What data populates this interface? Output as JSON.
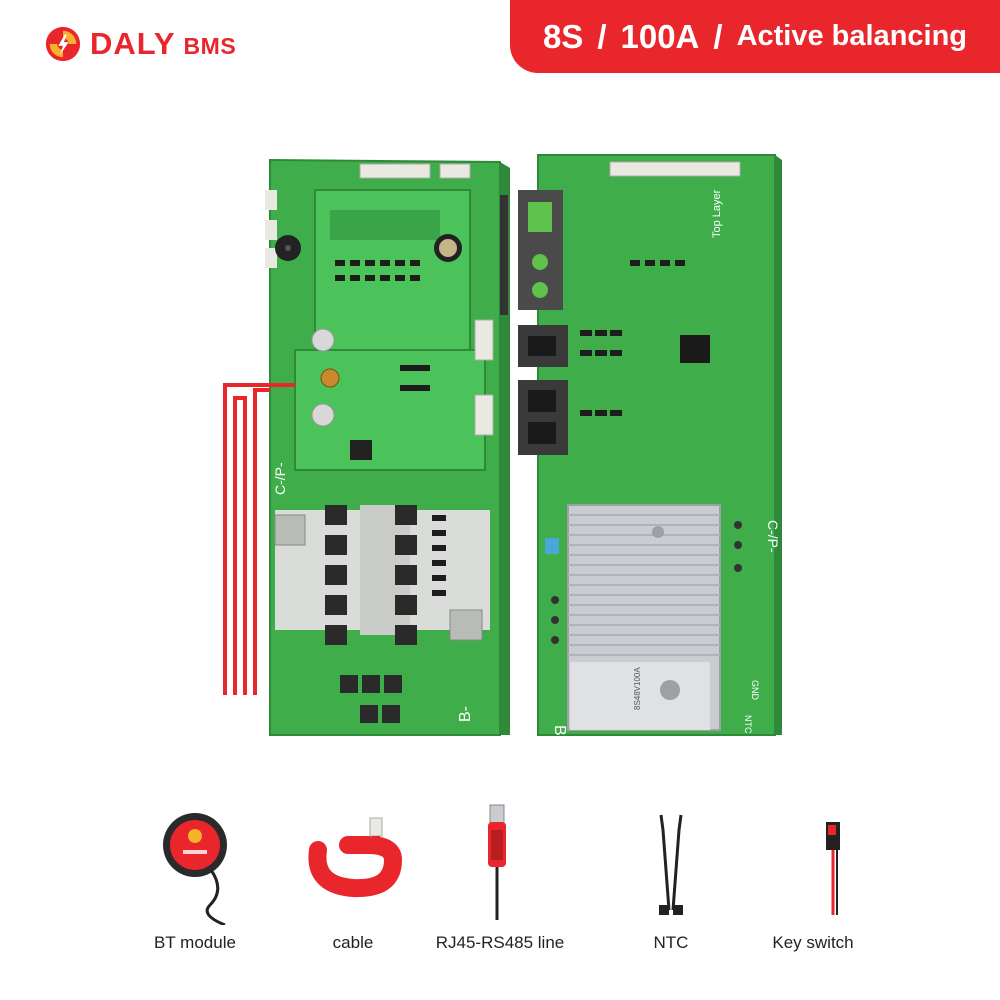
{
  "brand": {
    "name": "DALY",
    "suffix": "BMS",
    "color": "#e8262c"
  },
  "banner": {
    "cells": "8S",
    "current": "100A",
    "feature": "Active balancing",
    "separator": "/"
  },
  "board_silkscreen": {
    "left_polarity": "C-/P-",
    "left_battery": "B-",
    "right_polarity": "C-/P-",
    "right_battery": "B-",
    "top_layer": "Top Layer",
    "ntc": "NTC",
    "gnd": "GND",
    "heatsink_model": "8S48V100A"
  },
  "accessories": [
    {
      "icon": "bt-module-icon",
      "label": "BT module"
    },
    {
      "icon": "cable-icon",
      "label": "cable"
    },
    {
      "icon": "usb-cable-icon",
      "label": "RJ45-RS485 line"
    },
    {
      "icon": "ntc-probe-icon",
      "label": "NTC"
    },
    {
      "icon": "key-switch-icon",
      "label": "Key switch"
    }
  ],
  "colors": {
    "pcb_green": "#3fae4a",
    "accent_red": "#e8262c",
    "heatsink": "#c9ccd0"
  }
}
